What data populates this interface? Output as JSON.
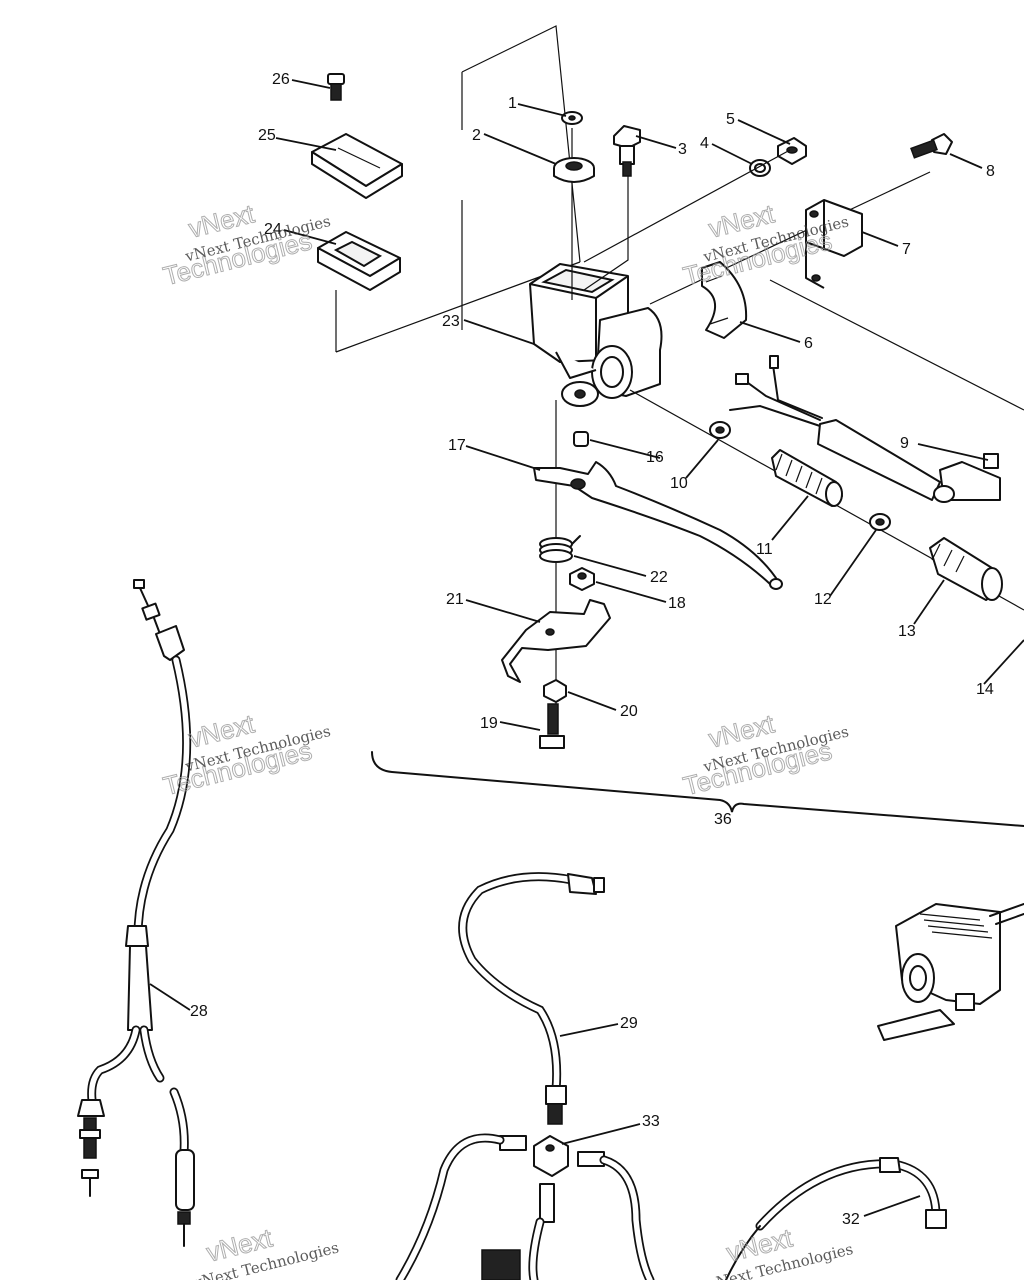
{
  "callouts": {
    "c1": "1",
    "c2": "2",
    "c3": "3",
    "c4": "4",
    "c5": "5",
    "c6": "6",
    "c7": "7",
    "c8": "8",
    "c9": "9",
    "c10": "10",
    "c11": "11",
    "c12": "12",
    "c13": "13",
    "c14": "14",
    "c16": "16",
    "c17": "17",
    "c18": "18",
    "c19": "19",
    "c20": "20",
    "c21": "21",
    "c22": "22",
    "c23": "23",
    "c24": "24",
    "c25": "25",
    "c26": "26",
    "c28": "28",
    "c29": "29",
    "c32": "32",
    "c33": "33",
    "c36": "36"
  },
  "watermark": {
    "brand": "vNext Technologies",
    "big_top": "vNext",
    "big_bottom": "Technologies"
  },
  "colors": {
    "line": "#111111",
    "background": "#ffffff",
    "watermark": "#9a9a9a"
  }
}
